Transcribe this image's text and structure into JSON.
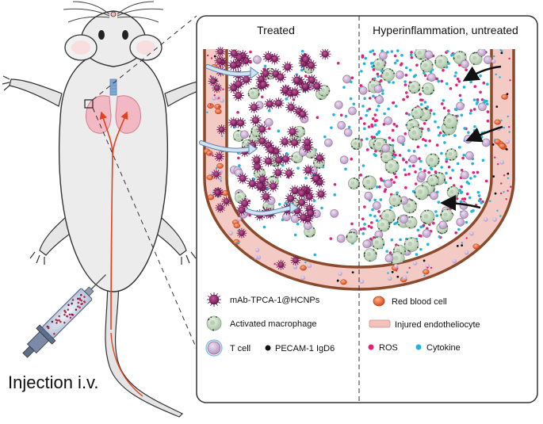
{
  "injection_label": "Injection i.v.",
  "panel": {
    "left_title": "Treated",
    "right_title": "Hyperinflammation, untreated"
  },
  "legend": {
    "nanoparticle": "mAb-TPCA-1@HCNPs",
    "macrophage": "Activated macrophage",
    "t_cell": "T cell",
    "pecam": "PECAM-1 IgD6",
    "rbc": "Red blood cell",
    "endothelio": "Injured endotheliocyte",
    "ros": "ROS",
    "cytokine": "Cytokine"
  },
  "colors": {
    "vessel_wall": "#8b4a2b",
    "endothelium": "#f2c6c0",
    "nanoparticle": "#8e2a6b",
    "macrophage": "#c9dcc7",
    "t_cell": "#cdb5d6",
    "rbc": "#e8622f",
    "ros": "#e0217a",
    "cytokine": "#1fb5e0",
    "flow_arrow_treated": "#a8cbe8",
    "flow_arrow_untreated": "#111111",
    "catheter": "#e2411c"
  }
}
